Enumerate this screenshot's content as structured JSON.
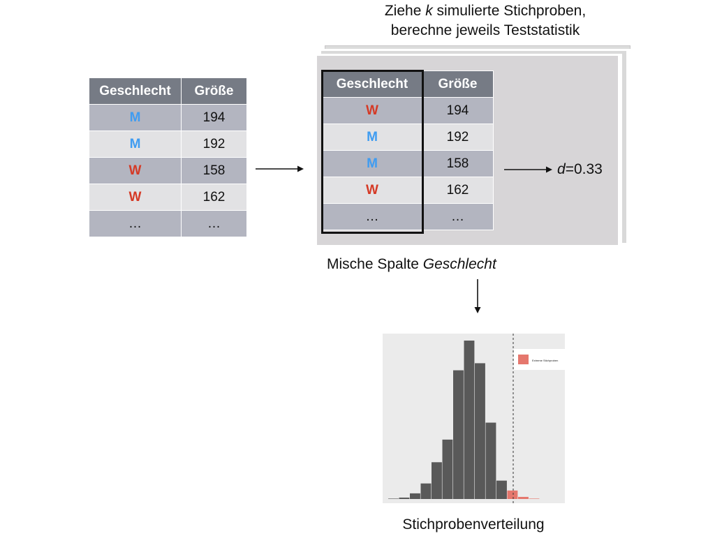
{
  "top_caption": {
    "line1_pre": "Ziehe ",
    "line1_k": "k",
    "line1_post": " simulierte Stichproben,",
    "line2": "berechne jeweils Teststatistik"
  },
  "original_table": {
    "headers": [
      "Geschlecht",
      "Größe"
    ],
    "rows": [
      {
        "sex": "M",
        "size": "194"
      },
      {
        "sex": "M",
        "size": "192"
      },
      {
        "sex": "W",
        "size": "158"
      },
      {
        "sex": "W",
        "size": "162"
      },
      {
        "sex": "…",
        "size": "…"
      }
    ]
  },
  "shuffled_table": {
    "headers": [
      "Geschlecht",
      "Größe"
    ],
    "rows": [
      {
        "sex": "W",
        "size": "194"
      },
      {
        "sex": "M",
        "size": "192"
      },
      {
        "sex": "M",
        "size": "158"
      },
      {
        "sex": "W",
        "size": "162"
      },
      {
        "sex": "…",
        "size": "…"
      }
    ]
  },
  "stat": {
    "symbol": "d",
    "value": "=0.33"
  },
  "shuffle_caption": {
    "pre": "Mische Spalte ",
    "italic": "Geschlecht"
  },
  "bottom_caption": "Stichprobenverteilung",
  "histogram": {
    "legend_label": "Extreme Stichproben",
    "colors": {
      "normal": "#595959",
      "extreme": "#e5776d",
      "background": "#ebebeb"
    }
  },
  "chart_data": {
    "type": "bar",
    "title": "",
    "xlabel": "",
    "ylabel": "",
    "bin_values": [
      0.3,
      1,
      4,
      11,
      26,
      42,
      91,
      112,
      96,
      54,
      13,
      6,
      1.5,
      0.3
    ],
    "extreme_from_bin": 11,
    "legend": [
      "Extreme Stichproben"
    ],
    "threshold_line": "dashed"
  }
}
